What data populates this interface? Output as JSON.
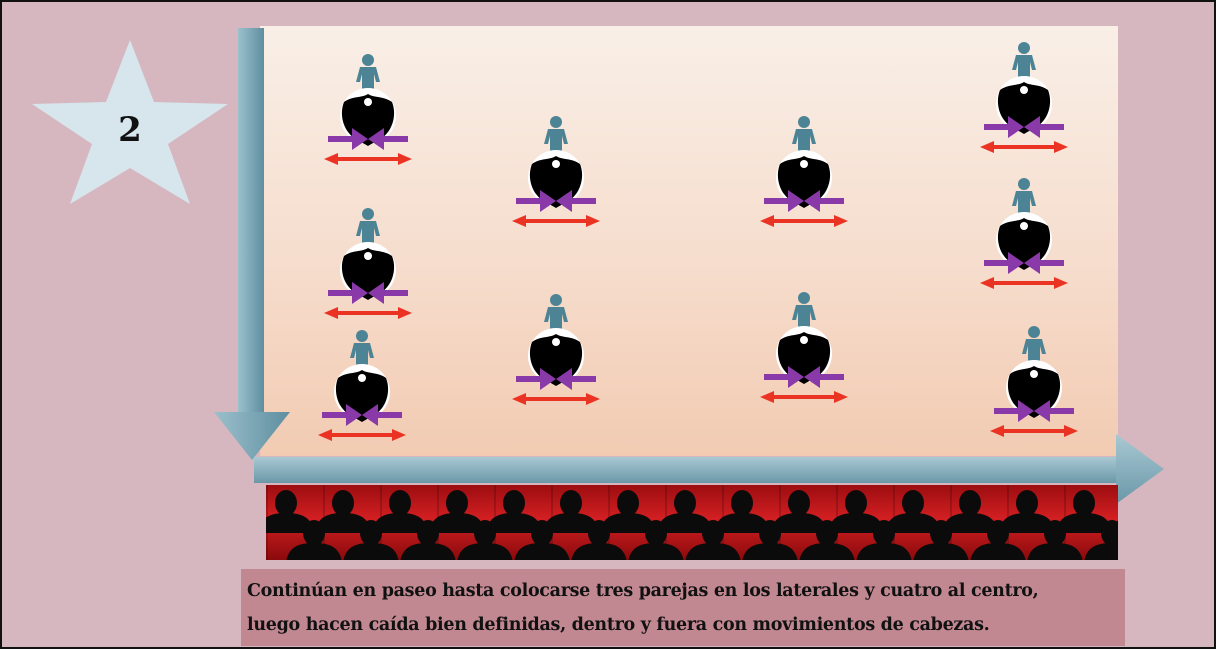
{
  "step_number": "2",
  "caption": {
    "line1": "Continúan en paseo hasta colocarse tres parejas en los laterales y cuatro al centro,",
    "line2": "luego hacen caída bien definidas, dentro y fuera con movimientos de cabezas."
  },
  "colors": {
    "background": "#d7b7bf",
    "stage": "#f6ddcd",
    "axis_arrow": "#7aa3b3",
    "man_figure": "#4d8495",
    "woman_figure": "#000000",
    "purple_arrow": "#8a3aa8",
    "red_arrow": "#ea3323",
    "audience": "#c0161a",
    "caption_box": "#c18891",
    "star": "#d6e6ec"
  },
  "icons": [
    "star-icon",
    "man-dancer-icon",
    "woman-dancer-icon",
    "purple-converging-arrows-icon",
    "red-double-arrow-icon",
    "audience-silhouette-icon",
    "axis-arrow-icon"
  ],
  "formation": {
    "columns": [
      {
        "name": "left-lateral",
        "couples": 3
      },
      {
        "name": "center-left",
        "couples": 2
      },
      {
        "name": "center-right",
        "couples": 2
      },
      {
        "name": "right-lateral",
        "couples": 3
      }
    ]
  }
}
